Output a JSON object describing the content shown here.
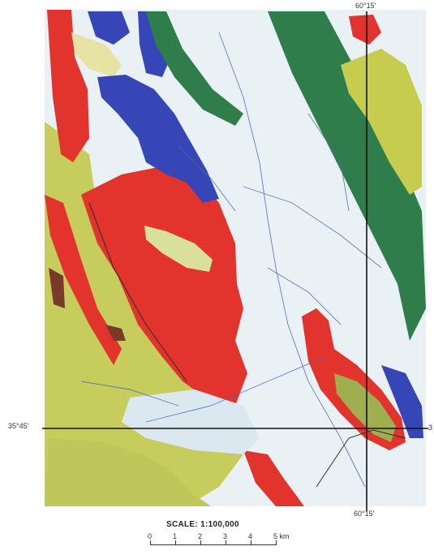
{
  "map": {
    "coordinates": {
      "top_right": "60°15'",
      "bottom_right": "60°15'",
      "left": "35°45'",
      "right_edge": "3"
    },
    "scale": {
      "title": "SCALE: 1:100,000",
      "ticks": [
        "0",
        "1",
        "2",
        "3",
        "4",
        "5 km"
      ]
    },
    "unit_colors": {
      "red_unit": "#e2332d",
      "blue_unit": "#3848b8",
      "dark_green_unit": "#2f7d4a",
      "yellow_green_unit": "#c6cf5a",
      "pale_yellow_unit": "#e8e6a0",
      "alluvium": "#e9f1f6",
      "drainage": "#4a6ab0"
    }
  }
}
